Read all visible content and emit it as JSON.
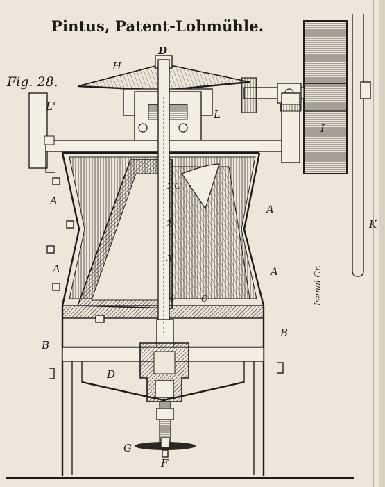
{
  "plate": {
    "title": "Pintus, Patent-Lohmühle.",
    "figure": "Fig. 28.",
    "signature": "Isenal Gr."
  },
  "labels": {
    "D_top": "D",
    "H": "H",
    "L_prime": "L'",
    "L": "L",
    "I": "I",
    "K": "K",
    "A1": "A",
    "A2": "A",
    "A3": "A",
    "A4": "A",
    "B1": "B",
    "B2": "B",
    "D_lower": "D",
    "C1": "1.C",
    "C_2": "2",
    "C_3": "3",
    "C_4": "4",
    "C": "C",
    "G": "G",
    "F": "F"
  }
}
